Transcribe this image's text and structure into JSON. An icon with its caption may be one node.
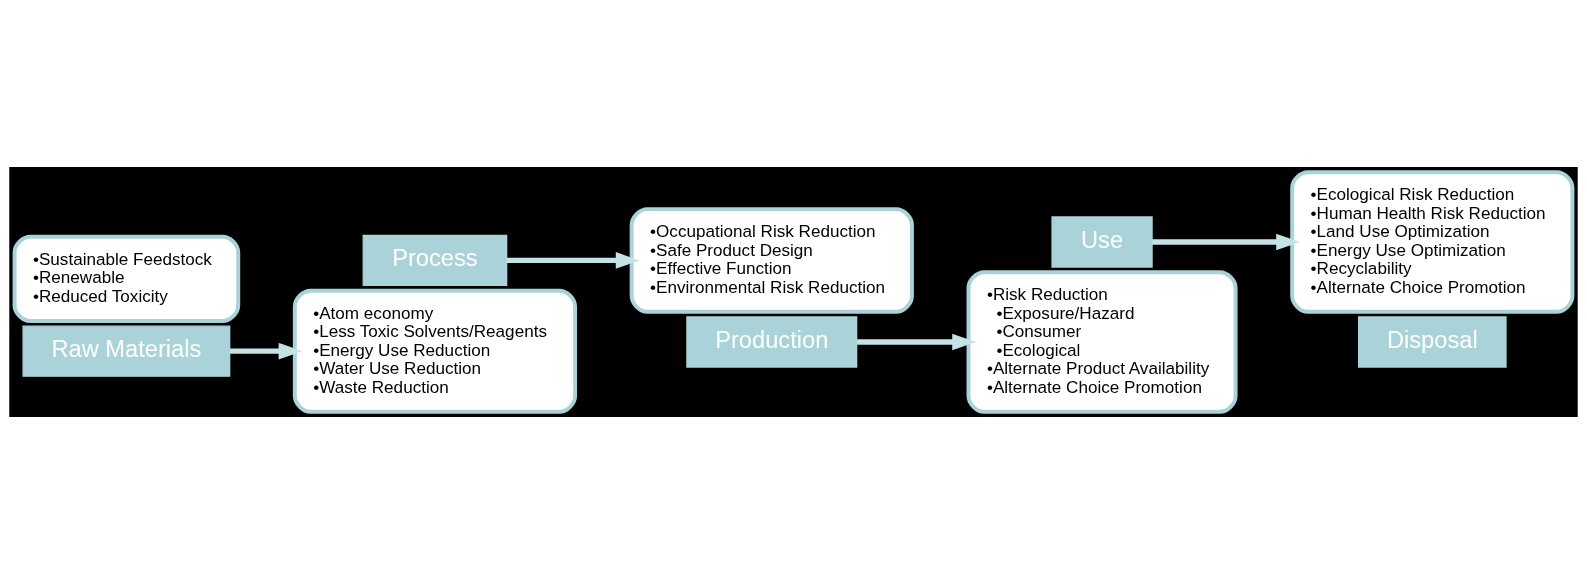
{
  "diagram": {
    "nodes": [
      {
        "text": [
          "•Sustainable Feedstock",
          "•Renewable",
          "•Reduced Toxicity"
        ]
      },
      {
        "text": [
          "Raw Materials"
        ]
      },
      {
        "text": [
          "Process"
        ]
      },
      {
        "text": [
          "•Atom economy",
          "•Less Toxic Solvents/Reagents",
          "•Energy Use Reduction",
          "•Water Use Reduction",
          "•Waste Reduction"
        ]
      },
      {
        "text": [
          "•Occupational Risk Reduction",
          "•Safe Product Design",
          "•Effective Function",
          "•Environmental Risk Reduction"
        ]
      },
      {
        "text": [
          "Production"
        ]
      },
      {
        "text": [
          "Use"
        ]
      },
      {
        "text": [
          "•Risk Reduction",
          "•Exposure/Hazard",
          "•Consumer",
          "•Ecological",
          "•Alternate Product Availability",
          "•Alternate Choice Promotion"
        ]
      },
      {
        "text": [
          "•Ecological Risk Reduction",
          "•Human Health Risk Reduction",
          "•Land Use Optimization",
          "•Energy Use Optimization",
          "•Recyclability",
          "•Alternate Choice Promotion"
        ]
      },
      {
        "text": [
          "Disposal"
        ]
      }
    ],
    "edges": [
      {
        "from": 1,
        "to": 3,
        "arrow": "to"
      },
      {
        "from": 2,
        "to": 4,
        "arrow": "to"
      },
      {
        "from": 5,
        "to": 7,
        "arrow": "to"
      },
      {
        "from": 6,
        "to": 8,
        "arrow": "to"
      }
    ]
  }
}
